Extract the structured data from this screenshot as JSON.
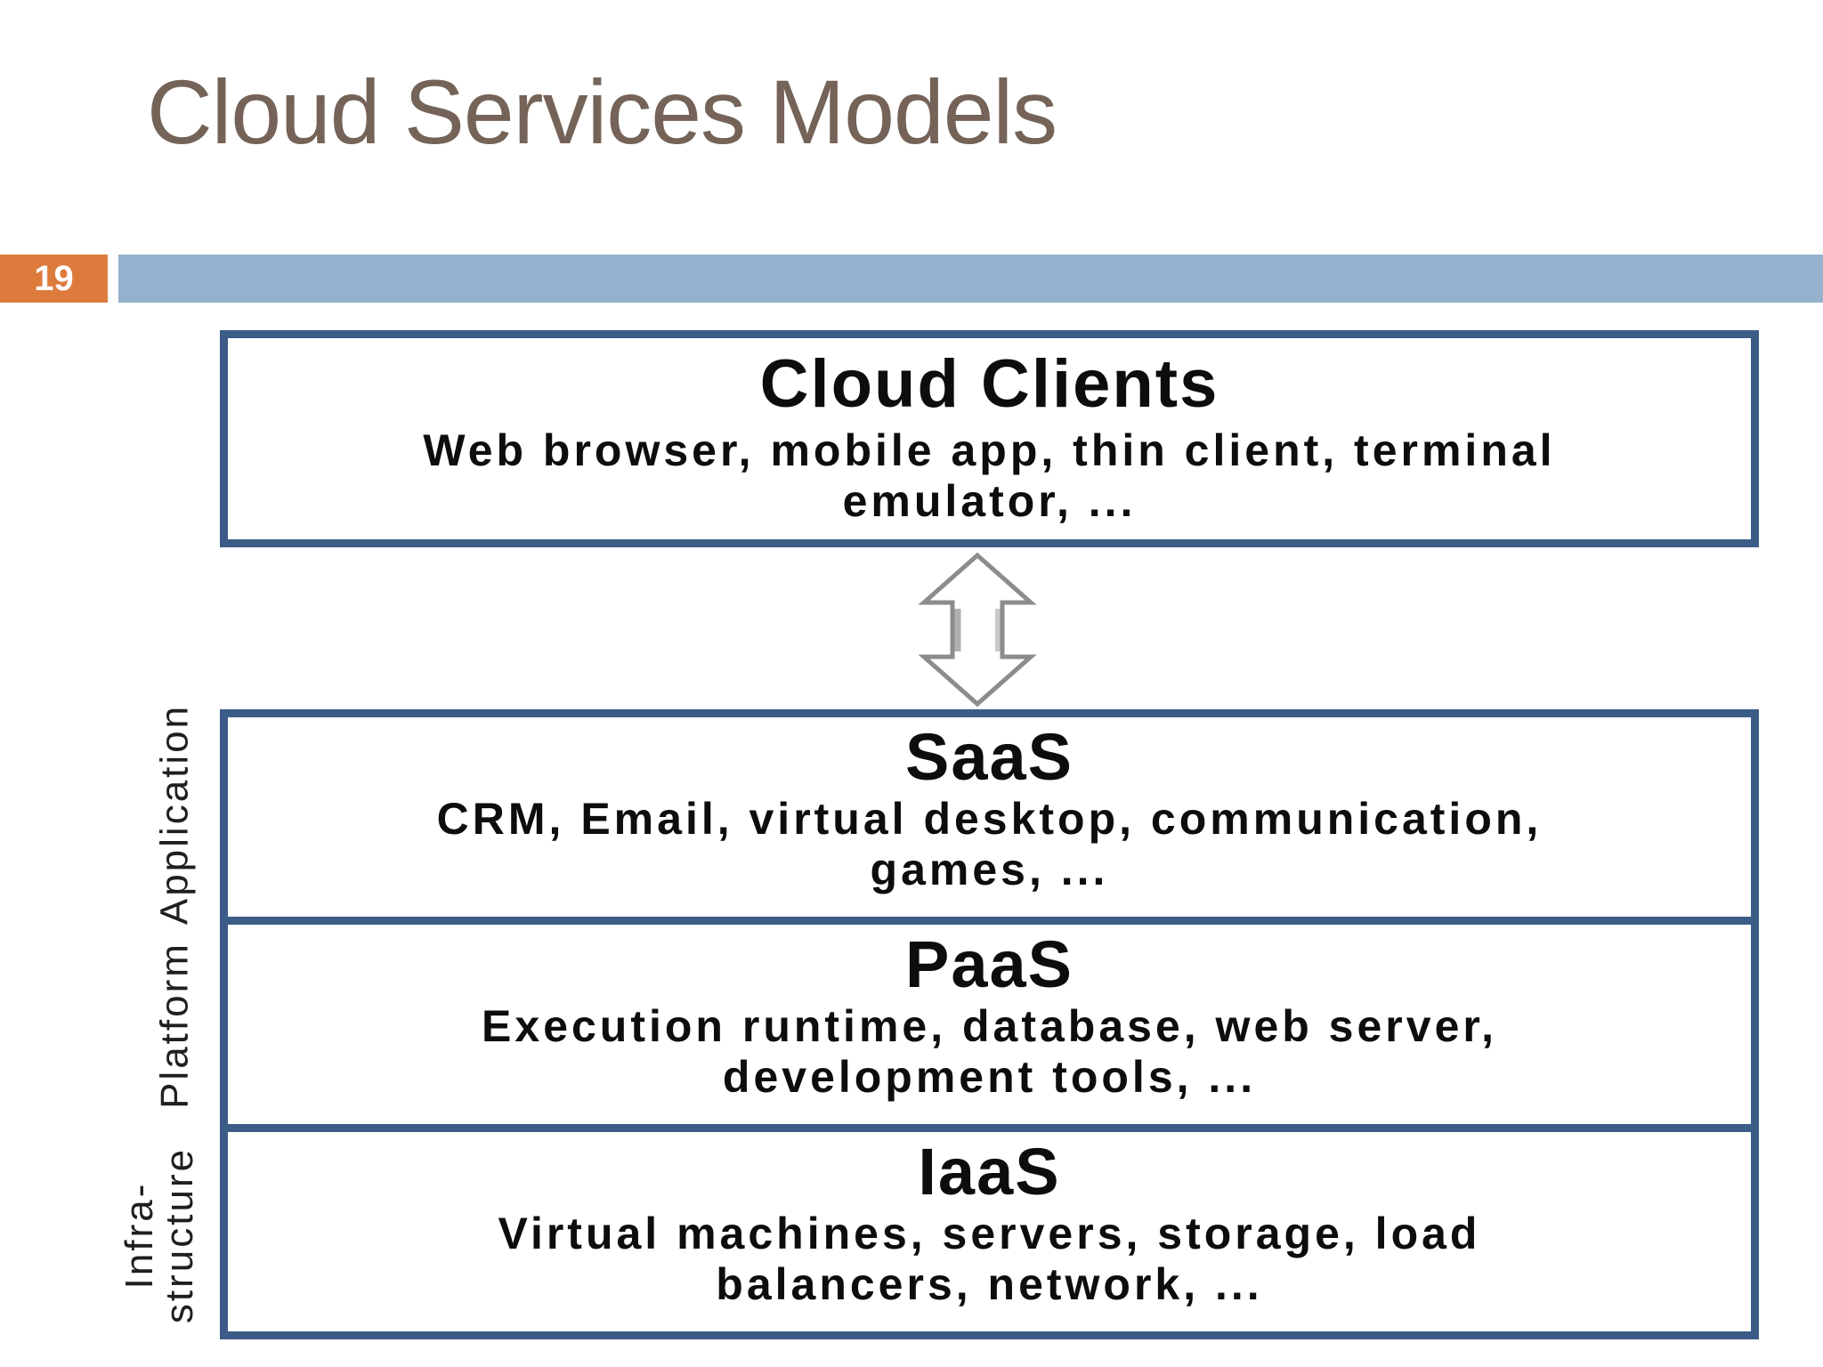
{
  "slide": {
    "title": "Cloud Services Models",
    "slide_number": "19"
  },
  "diagram": {
    "cloud_clients": {
      "title": "Cloud Clients",
      "description": "Web browser, mobile app, thin client, terminal emulator, ..."
    },
    "arrow_icon": "up-down-double-arrow",
    "layers": [
      {
        "label": "SaaS",
        "description": "CRM, Email, virtual desktop, communication, games, ...",
        "side_label": "Application"
      },
      {
        "label": "PaaS",
        "description": "Execution runtime, database, web server, development tools, ...",
        "side_label": "Platform"
      },
      {
        "label": "IaaS",
        "description": "Virtual machines, servers, storage, load balancers, network, ...",
        "side_label": "Infra-\nstructure"
      }
    ]
  },
  "colors": {
    "title_text": "#756358",
    "badge_orange": "#dd7b3d",
    "accent_bar_blue": "#94b2ce",
    "box_border_blue": "#3b5c87",
    "body_text": "#0d0d0d",
    "arrow_outline_gray": "#8c8c8c",
    "arrow_shade_gray": "#b0b0b0",
    "side_label_text": "#1f1f1f"
  }
}
